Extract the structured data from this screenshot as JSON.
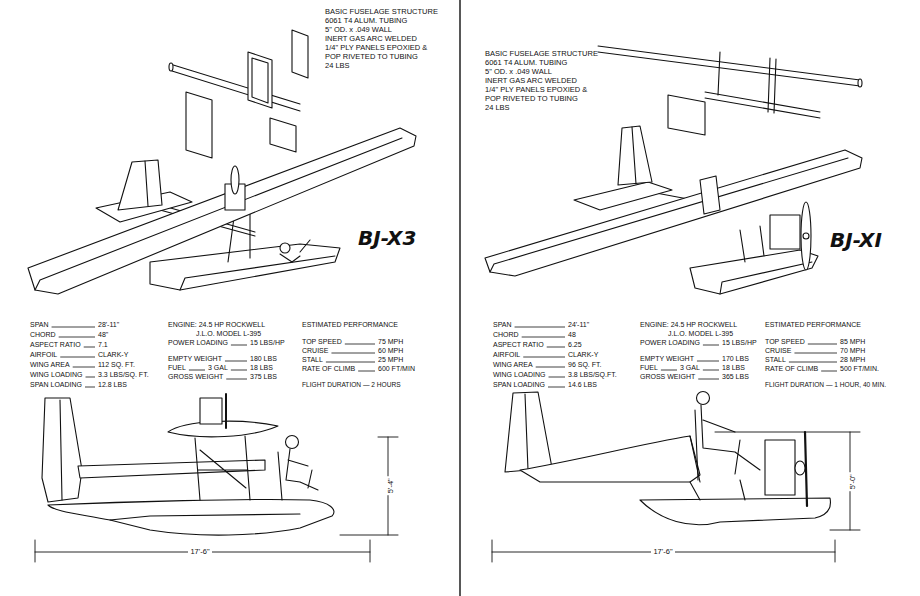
{
  "diagram": {
    "labels": [
      "BASIC FUSELAGE STRUCTURE",
      "6061 T4 ALUM. TUBING",
      "5\" OD. x .049 WALL",
      "INERT GAS ARC WELDED",
      "1/4\" PLY PANELS EPOXIED &",
      "POP RIVETED TO TUBING",
      "24 LBS",
      "BJ-X3",
      "SPAN",
      "28'-11\"",
      "CHORD",
      "48\"",
      "ASPECT RATIO",
      "7.1",
      "AIRFOIL",
      "CLARK-Y",
      "WING AREA",
      "112 SQ. FT.",
      "WING LOADING",
      "3.3 LBS/SQ. FT.",
      "SPAN LOADING",
      "12.8 LBS",
      "ENGINE: 24.5 HP ROCKWELL",
      "J.L.O. MODEL L-395",
      "POWER LOADING",
      "15 LBS/HP",
      "EMPTY WEIGHT",
      "180 LBS",
      "FUEL",
      "3 GAL",
      "18 LBS",
      "GROSS WEIGHT",
      "375 LBS",
      "ESTIMATED PERFORMANCE",
      "TOP SPEED",
      "75 MPH",
      "CRUISE",
      "60 MPH",
      "STALL",
      "25 MPH",
      "RATE OF CLIMB",
      "600 FT/MIN",
      "FLIGHT DURATION — 2 HOURS",
      "5'-4\"",
      "17'-6\"",
      "BASIC FUSELAGE STRUCTURE",
      "6061 T4 ALUM. TUBING",
      "5\" OD. x .049 WALL",
      "INERT GAS ARC WELDED",
      "1/4\" PLY PANELS EPOXIED &",
      "POP RIVETED TO TUBING",
      "24 LBS",
      "BJ-XI",
      "SPAN",
      "24'-11\"",
      "CHORD",
      "48",
      "ASPECT RATIO",
      "6.25",
      "AIRFOIL",
      "CLARK-Y",
      "WING AREA",
      "96 SQ. FT.",
      "WING LOADING",
      "3.8 LBS/SQ.FT.",
      "SPAN LOADING",
      "14.6 LBS",
      "ENGINE: 24.5 HP ROCKWELL",
      "J.L.O. MODEL L-395",
      "POWER LOADING",
      "15 LBS/HP",
      "EMPTY WEIGHT",
      "170 LBS",
      "FUEL",
      "3 GAL",
      "18 LBS",
      "GROSS WEIGHT",
      "365 LBS",
      "ESTIMATED PERFORMANCE",
      "TOP SPEED",
      "85 MPH",
      "CRUISE",
      "70 MPH",
      "STALL",
      "28 MPH",
      "RATE OF CLIMB",
      "500 FT/MIN.",
      "FLIGHT DURATION — 1 HOUR, 40 MIN.",
      "5'-0\"",
      "17'-6\""
    ]
  }
}
